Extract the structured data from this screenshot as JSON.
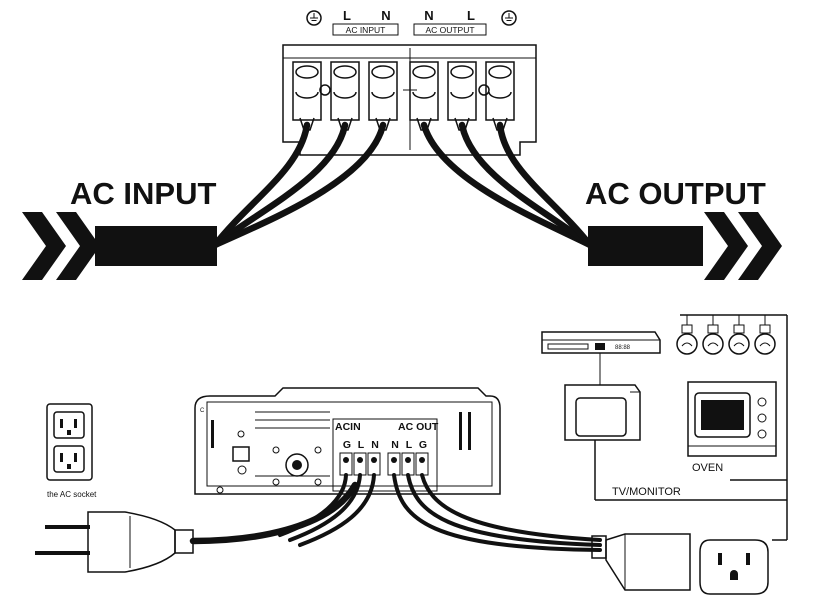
{
  "top": {
    "terminal_labels": [
      "L",
      "N",
      "N",
      "L"
    ],
    "box_input": "AC INPUT",
    "box_output": "AC OUTPUT",
    "input_label": "AC INPUT",
    "output_label": "AC OUTPUT"
  },
  "bottom": {
    "socket_label": "the AC socket",
    "panel_acin": "ACIN",
    "panel_acout": "AC OUT",
    "panel_terminals": [
      "G",
      "L",
      "N",
      "N",
      "L",
      "G"
    ],
    "panel_marker": "C",
    "tv_label": "TV/MONITOR",
    "oven_label": "OVEN",
    "vcr_display": "88:88"
  }
}
